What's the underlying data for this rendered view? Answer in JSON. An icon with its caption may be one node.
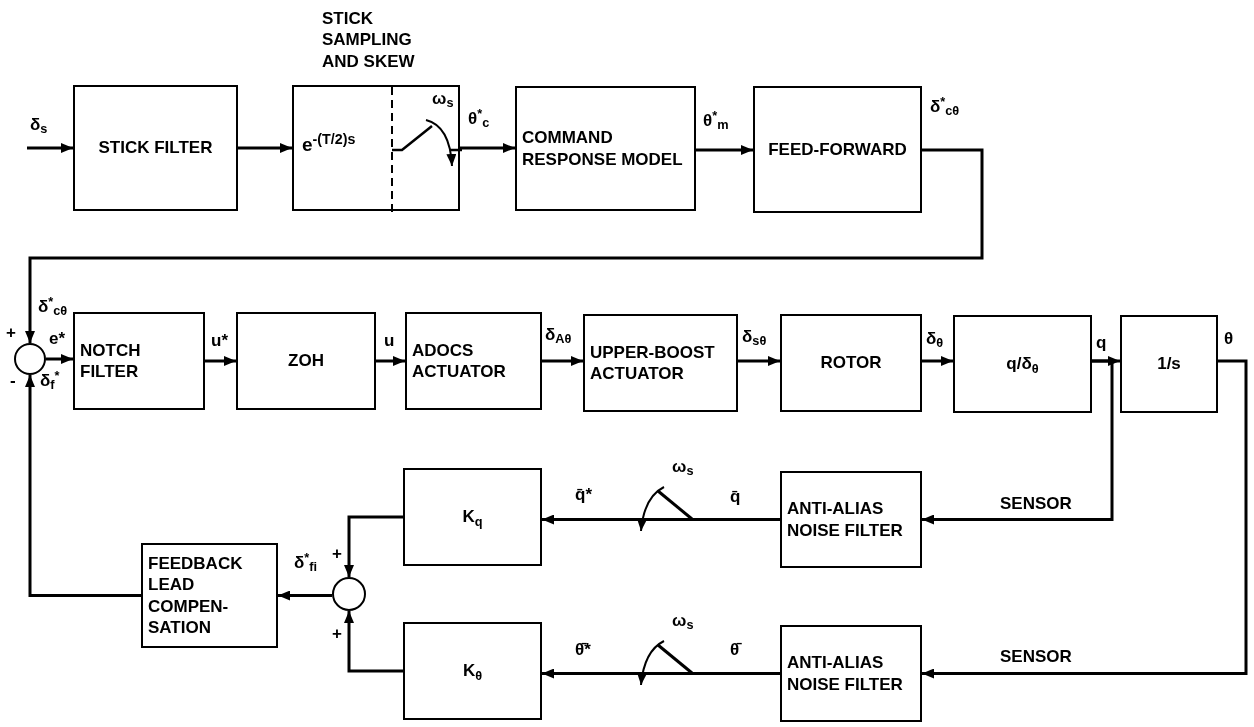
{
  "diagram": {
    "nodes": [
      {
        "text": [
          "STICK FILTER"
        ]
      },
      {
        "text": [
          "STICK SAMPLING AND SKEW",
          "e$^{-(T/2)s}$"
        ]
      },
      {
        "text": [
          "COMMAND RESPONSE MODEL"
        ]
      },
      {
        "text": [
          "FEED-FORWARD"
        ],
        "beside": [
          "δ$^{*}$$_{cθ}$"
        ]
      },
      {
        "text": [],
        "shape": "circle"
      },
      {
        "text": [
          "NOTCH FILTER"
        ]
      },
      {
        "text": [
          "ZOH"
        ]
      },
      {
        "text": [
          "ADOCS ACTUATOR"
        ]
      },
      {
        "text": [
          "UPPER-BOOST ACTUATOR"
        ]
      },
      {
        "text": [
          "ROTOR"
        ]
      },
      {
        "text": [
          "q/δ$_{θ}$"
        ]
      },
      {
        "text": [
          "1/s"
        ]
      },
      {
        "text": [
          "K$_{q}$"
        ]
      },
      {
        "text": [
          "ANTI-ALIAS NOISE FILTER"
        ]
      },
      {
        "text": [
          "FEEDBACK LEAD COMPEN-SATION"
        ]
      },
      {
        "text": [],
        "shape": "circle"
      },
      {
        "text": [
          "K$_{θ}$"
        ]
      },
      {
        "text": [
          "ANTI-ALIAS NOISE FILTER"
        ]
      }
    ],
    "edges": [
      {
        "from": null,
        "to": 0,
        "arrow": "to",
        "label": "δ$_{s}$"
      },
      {
        "from": 0,
        "to": 1,
        "arrow": "to"
      },
      {
        "from": 1,
        "to": 2,
        "arrow": "to",
        "label": "θ$^{*}$$_{c}$"
      },
      {
        "from": 2,
        "to": 3,
        "arrow": "to",
        "label": "θ$^{*}$$_{m}$"
      },
      {
        "from": 3,
        "to": 4,
        "arrow": "to",
        "label": "δ$^{*}$$_{cθ}$"
      },
      {
        "from": 4,
        "to": 5,
        "arrow": "to",
        "label": "e*"
      },
      {
        "from": 5,
        "to": 6,
        "arrow": "to",
        "label": "u*"
      },
      {
        "from": 6,
        "to": 7,
        "arrow": "to",
        "label": "u"
      },
      {
        "from": 7,
        "to": 8,
        "arrow": "to",
        "label": "δ$_{Aθ}$"
      },
      {
        "from": 8,
        "to": 9,
        "arrow": "to",
        "label": "δ$_{sθ}$"
      },
      {
        "from": 9,
        "to": 10,
        "arrow": "to",
        "label": "δ$_{θ}$"
      },
      {
        "from": 10,
        "to": 11,
        "arrow": "to",
        "label": "q"
      },
      {
        "from": 10,
        "to": 13,
        "arrow": "to",
        "label": "SENSOR"
      },
      {
        "from": 11,
        "to": 17,
        "arrow": "to",
        "label": "SENSOR"
      },
      {
        "from": 13,
        "to": 12,
        "arrow": "to",
        "label": "q̄*"
      },
      {
        "from": 17,
        "to": 16,
        "arrow": "to",
        "label": "θ̄*"
      },
      {
        "from": 12,
        "to": 15,
        "arrow": "to"
      },
      {
        "from": 16,
        "to": 15,
        "arrow": "to"
      },
      {
        "from": 15,
        "to": 14,
        "arrow": "to",
        "label": "δ$^{*}$$_{fi}$"
      },
      {
        "from": 14,
        "to": 4,
        "arrow": "to",
        "label": "δ$_{f}$$^{*}$"
      }
    ],
    "labels": [
      "ω$_{s}$",
      "+",
      "-",
      "θ",
      "ω$_{s}$",
      "q̄",
      "+",
      "+",
      "ω$_{s}$",
      "θ̄"
    ]
  }
}
